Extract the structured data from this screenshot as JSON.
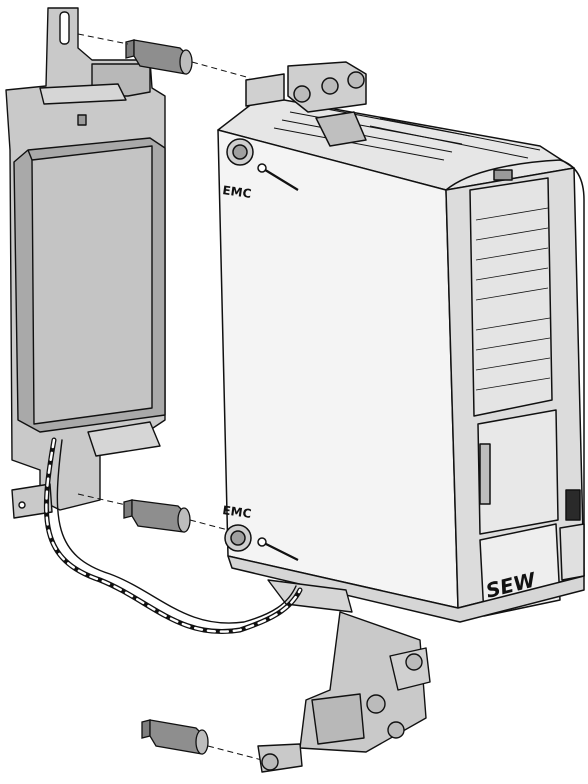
{
  "labels": {
    "emc_top": "EMC",
    "emc_bottom": "EMC",
    "brand": "SEW"
  },
  "colors": {
    "metal": "#c9c9c9",
    "metal_dark": "#a9a9a9",
    "body": "#f4f4f4",
    "outline": "#111111",
    "standoff": "#8e8e8e"
  }
}
